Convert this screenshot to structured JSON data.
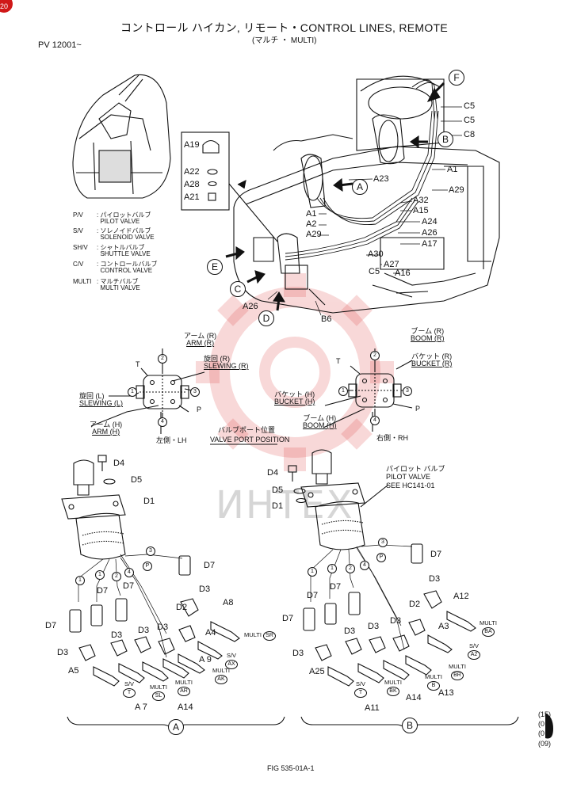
{
  "page": {
    "badge": "20",
    "title": "コントロール ハイカン, リモート・CONTROL LINES, REMOTE",
    "subtitle": "(マルチ ・ MULTI)",
    "serial": "PV 12001~",
    "figure": "FIG 535-01A-1",
    "watermark": "ИНТЕХ",
    "side_marks": [
      "(15)",
      "(0",
      "(0",
      "(09)"
    ]
  },
  "legend": [
    {
      "abbr": "P/V",
      "jp": "パイロットバルブ",
      "en": "PILOT VALVE"
    },
    {
      "abbr": "S/V",
      "jp": "ソレノイドバルブ",
      "en": "SOLENOID VALVE"
    },
    {
      "abbr": "SH/V",
      "jp": "シャトルバルブ",
      "en": "SHUTTLE VALVE"
    },
    {
      "abbr": "C/V",
      "jp": "コントロールバルブ",
      "en": "CONTROL VALVE"
    },
    {
      "abbr": "MULTI",
      "jp": "マルチバルブ",
      "en": "MULTI VALVE"
    }
  ],
  "detail_box": [
    "A19",
    "A22",
    "A28",
    "A21"
  ],
  "main_labels": {
    "F": "F",
    "B": "B",
    "A": "A",
    "E": "E",
    "C": "C",
    "D": "D",
    "C5a": "C5",
    "C5b": "C5",
    "C8": "C8",
    "A1a": "A1",
    "A29a": "A29",
    "A23": "A23",
    "A32": "A32",
    "A15": "A15",
    "A24": "A24",
    "A26a": "A26",
    "A17": "A17",
    "A27": "A27",
    "A16": "A16",
    "A30": "A30",
    "C5c": "C5",
    "A1b": "A1",
    "A2": "A2",
    "A29b": "A29",
    "A26b": "A26",
    "B6": "B6"
  },
  "port_diagram": {
    "lh": {
      "arm_r_jp": "アーム (R)",
      "arm_r_en": "ARM (R)",
      "slew_r_jp": "旋回 (R)",
      "slew_r_en": "SLEWING (R)",
      "slew_l_jp": "旋回 (L)",
      "slew_l_en": "SLEWING (L)",
      "arm_h_jp": "アーム (H)",
      "arm_h_en": "ARM (H)",
      "T": "T",
      "P": "P",
      "caption": "左側・LH"
    },
    "center_jp": "バルブポート位置",
    "center_en": "VALVE PORT POSITION",
    "rh": {
      "boom_r_jp": "ブーム (R)",
      "boom_r_en": "BOOM (R)",
      "bucket_r_jp": "バケット (R)",
      "bucket_r_en": "BUCKET (R)",
      "bucket_h_jp": "バケット (H)",
      "bucket_h_en": "BUCKET (H)",
      "boom_h_jp": "ブーム (H)",
      "boom_h_en": "BOOM (H)",
      "T": "T",
      "P": "P",
      "caption": "右側・RH"
    },
    "ports": [
      "1",
      "2",
      "3",
      "4"
    ]
  },
  "assembly_a": {
    "ref": "A",
    "labels": {
      "D4": "D4",
      "D5": "D5",
      "D1": "D1",
      "D7a": "D7",
      "D7b": "D7",
      "D7c": "D7",
      "D7d": "D7",
      "D3a": "D3",
      "D2": "D2",
      "A8": "A8",
      "D3b": "D3",
      "D3c": "D3",
      "D3d": "D3",
      "D3e": "D3",
      "A4": "A4",
      "A9": "A 9",
      "A5": "A5",
      "A7": "A 7",
      "A14": "A14"
    },
    "callouts": {
      "multi_sr": "MULTI",
      "sr": "SR",
      "sv_ax": "S/V",
      "ax": "AX",
      "multi_ak": "MULTI",
      "ak": "AK",
      "multi_ar": "MULTI",
      "ar": "AR",
      "multi_sl": "MULTI",
      "sl": "SL",
      "sv_t": "S/V",
      "t": "T"
    }
  },
  "assembly_b": {
    "ref": "B",
    "labels": {
      "D4": "D4",
      "D5": "D5",
      "D1": "D1",
      "D7a": "D7",
      "D7b": "D7",
      "D7c": "D7",
      "D7d": "D7",
      "D3a": "D3",
      "D2": "D2",
      "A12": "A12",
      "D3b": "D3",
      "D3c": "D3",
      "D3d": "D3",
      "A3": "A3",
      "A25": "A25",
      "A11": "A11",
      "A14": "A14",
      "A13": "A13"
    },
    "pilot_note_jp": "パイロット バルブ",
    "pilot_note_en": "PILOT VALVE",
    "see_ref": "SEE HC141-01",
    "callouts": {
      "multi_ba": "MULTI",
      "ba": "BA",
      "sv_a2": "S/V",
      "a2": "A2",
      "multi_br": "MULTI",
      "br": "BR",
      "multi_b": "MULTI",
      "b": "B",
      "multi_bk": "MULTI",
      "bk": "BK",
      "sv_t": "S/V",
      "t": "T"
    }
  }
}
